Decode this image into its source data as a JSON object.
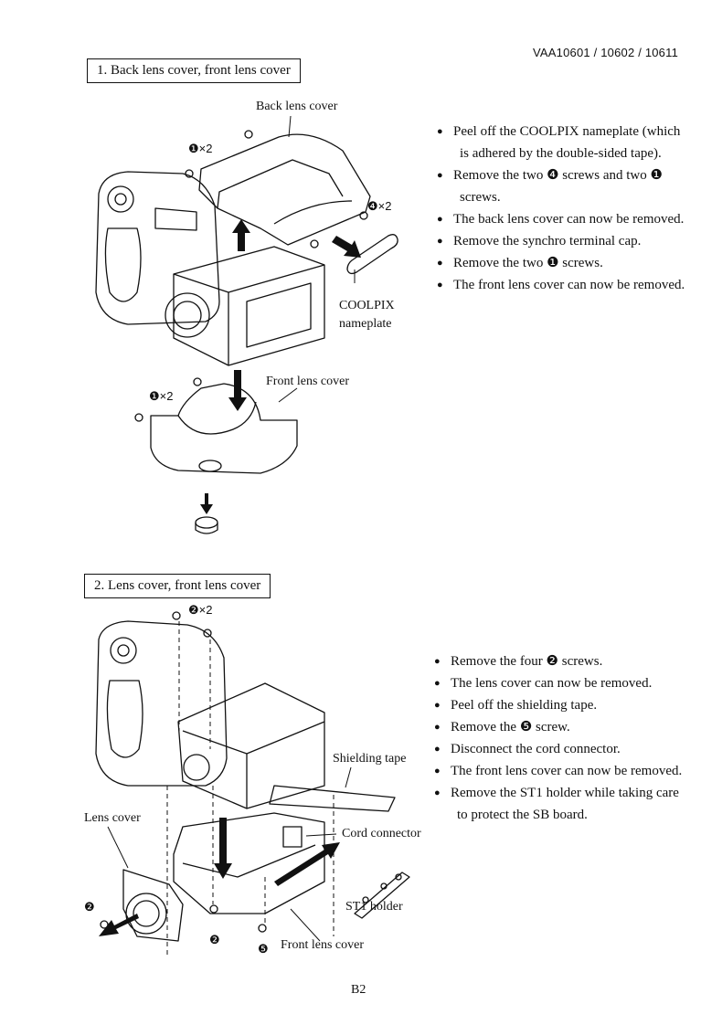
{
  "header": {
    "doc_id": "VAA10601 / 10602 / 10611"
  },
  "section1": {
    "title": "1. Back lens cover, front lens cover",
    "labels": {
      "back_lens_cover": "Back lens cover",
      "screw_1_x2_top": "❶×2",
      "screw_4_x2": "❹×2",
      "coolpix": "COOLPIX",
      "nameplate": "nameplate",
      "front_lens_cover": "Front lens cover",
      "screw_1_x2_bottom": "❶×2"
    },
    "steps": [
      "Peel off the COOLPIX nameplate (which",
      "is adhered by the double-sided tape).",
      "Remove the two ❹ screws and two ❶",
      "screws.",
      "The back lens cover can now be removed.",
      "Remove the synchro terminal cap.",
      "Remove the two ❶ screws.",
      "The front lens cover can now be removed."
    ]
  },
  "section2": {
    "title": "2. Lens cover, front lens cover",
    "labels": {
      "screw_2_x2": "❷×2",
      "shielding_tape": "Shielding tape",
      "lens_cover": "Lens cover",
      "cord_connector": "Cord connector",
      "st1_holder": "ST1 holder",
      "screw_2_left": "❷",
      "screw_2_bottom": "❷",
      "screw_5": "❺",
      "front_lens_cover": "Front lens cover"
    },
    "steps": [
      "Remove the four ❷ screws.",
      "The lens cover can now be removed.",
      "Peel off the shielding tape.",
      "Remove the ❺ screw.",
      "Disconnect the cord connector.",
      "The front lens cover can now be removed.",
      "Remove the ST1 holder while taking care",
      "to protect the SB board."
    ]
  },
  "footer": {
    "page": "B2"
  }
}
